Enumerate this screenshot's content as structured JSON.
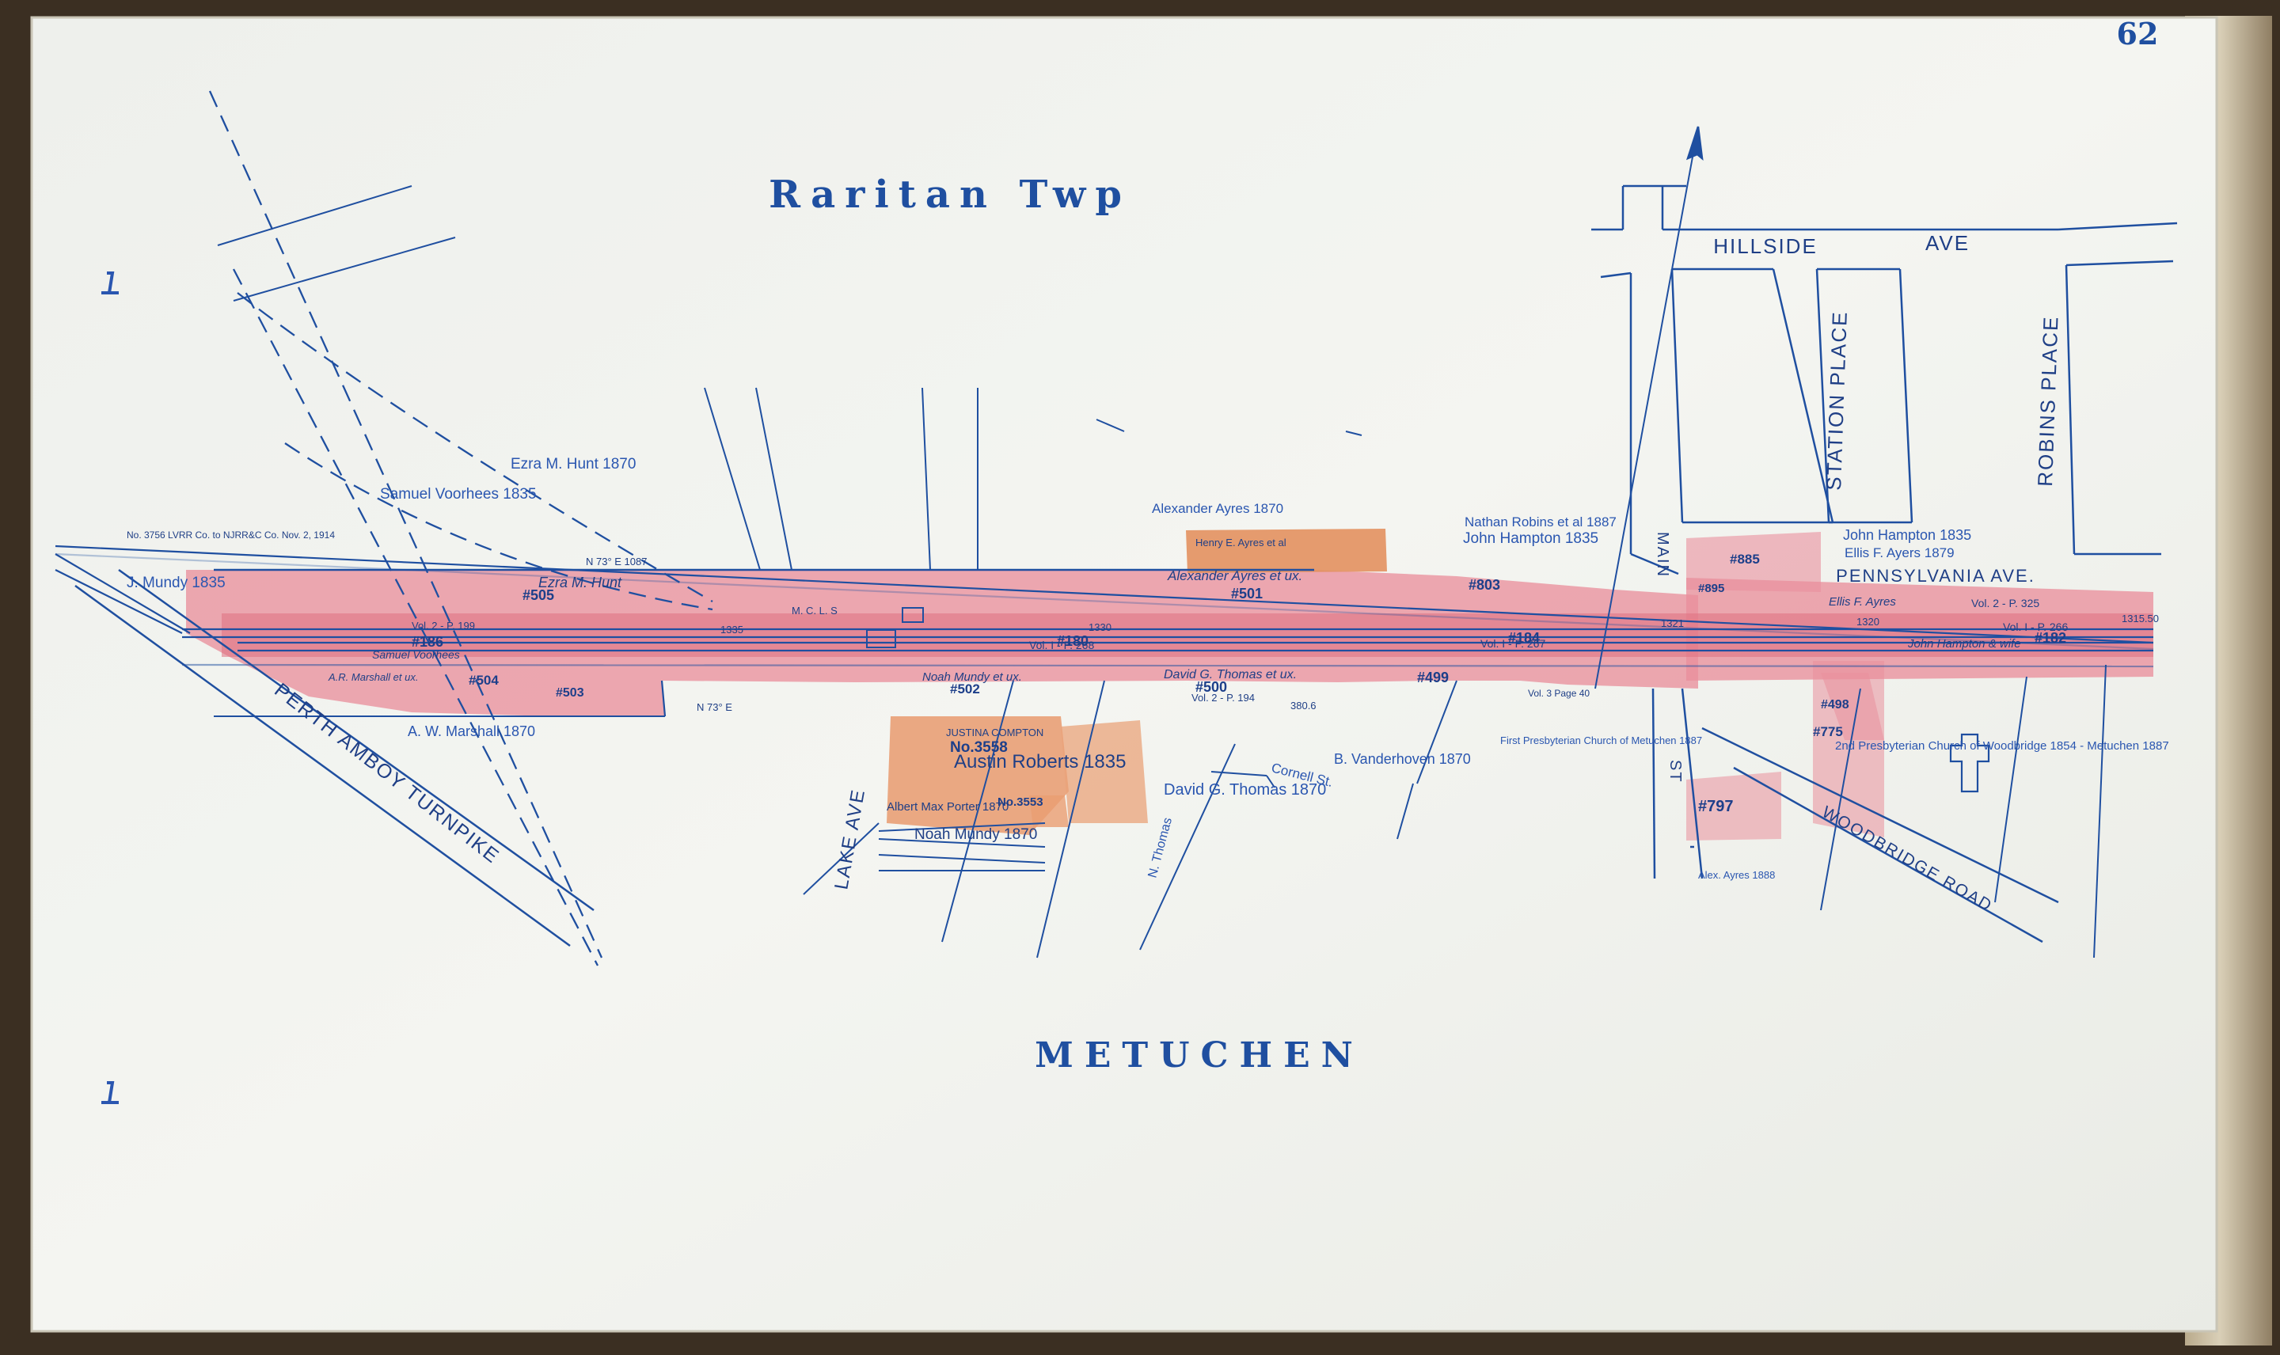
{
  "sheet": {
    "page_number": "62",
    "township": "Raritan Twp",
    "town": "METUCHEN"
  },
  "streets": {
    "hillside": "HILLSIDE",
    "hillside_ave": "AVE",
    "station_place": "STATION PLACE",
    "robins_place": "ROBINS PLACE",
    "pennsylvania_ave": "PENNSYLVANIA AVE.",
    "main_st_a": "MAIN",
    "main_st_b": "ST",
    "lake_ave": "LAKE AVE",
    "perth_amboy": "PERTH AMBOY TURNPIKE",
    "woodbridge_road": "WOODBRIDGE ROAD",
    "cornell": "Cornell St.",
    "n_thomas": "N. Thomas"
  },
  "owners": {
    "ezra_hunt_1870": "Ezra M. Hunt 1870",
    "samuel_voorhees_1835": "Samuel Voorhees 1835",
    "alexander_ayres_1870": "Alexander Ayres 1870",
    "nathan_robins": "Nathan Robins et al 1887",
    "john_hampton_1835_a": "John Hampton 1835",
    "john_hampton_1835_b": "John Hampton 1835",
    "ellis_ayers": "Ellis F. Ayers 1879",
    "j_mundy": "J. Mundy 1835",
    "aw_marshall_1870": "A. W. Marshall 1870",
    "austin_roberts": "Austin Roberts 1835",
    "david_thomas_1870": "David G. Thomas 1870",
    "b_vanderhoven": "B. Vanderhoven 1870",
    "first_presbyterian": "First Presbyterian Church of Metuchen 1887",
    "second_presbyterian": "2nd Presbyterian Church of Woodbridge 1854 - Metuchen 1887",
    "alex_ayres_1888": "Alex. Ayres 1888",
    "ezra_hunt_strip": "Ezra M. Hunt",
    "alexander_ayres_strip": "Alexander Ayres et ux.",
    "noah_mundy": "Noah Mundy et ux.",
    "david_thomas_strip": "David G. Thomas et ux.",
    "samuel_voorhees_strip": "Samuel Voorhees",
    "ar_marshall": "A.R. Marshall et ux.",
    "john_hampton_wife": "John Hampton & wife",
    "henry_ayres": "Henry E. Ayres et al",
    "justina_compton": "JUSTINA COMPTON",
    "albert_porter": "Albert Max Porter 1870",
    "noah_mundy_1870": "Noah Mundy 1870",
    "ellis_ayres_strip": "Ellis F. Ayres"
  },
  "parcels": {
    "p505": "#505",
    "p501": "#501",
    "p186": "#186",
    "p180": "#180",
    "p503": "#503",
    "p504": "#504",
    "p502": "#502",
    "p500": "#500",
    "p499": "#499",
    "p803": "#803",
    "p184": "#184",
    "p885": "#885",
    "p895": "#895",
    "p182": "#182",
    "p498": "#498",
    "p775": "#775",
    "p797": "#797",
    "p3558": "No.3558",
    "p3553": "No.3553"
  },
  "notes": {
    "lvrr": "No. 3756 LVRR Co. to NJRR&C Co. Nov. 2, 1914",
    "vol_i_p268": "Vol. I - P. 268",
    "vol_2_p199": "Vol. 2 - P. 199",
    "vol_2_p194": "Vol. 2 - P. 194",
    "vol_2_p325": "Vol. 2 - P. 325",
    "vol_1_p267": "Vol. I - P. 267",
    "vol_1_p266": "Vol. I - P. 266",
    "vol3_page40": "Vol. 3 Page 40",
    "n73e_1087": "N 73° E 1087",
    "n73e": "N 73° E",
    "mcls": "M. C. L. S",
    "d1330": "1330",
    "d1335": "1335",
    "d1320": "1320",
    "d1321": "1321",
    "d1315": "1315.50",
    "d380": "380.6"
  },
  "colors": {
    "paper": "#f1f2ee",
    "ink_blue": "#2a56b0",
    "strip_pink": "#e88f9a",
    "parcel_orange": "#e4926d",
    "binding": "#6b5846"
  }
}
